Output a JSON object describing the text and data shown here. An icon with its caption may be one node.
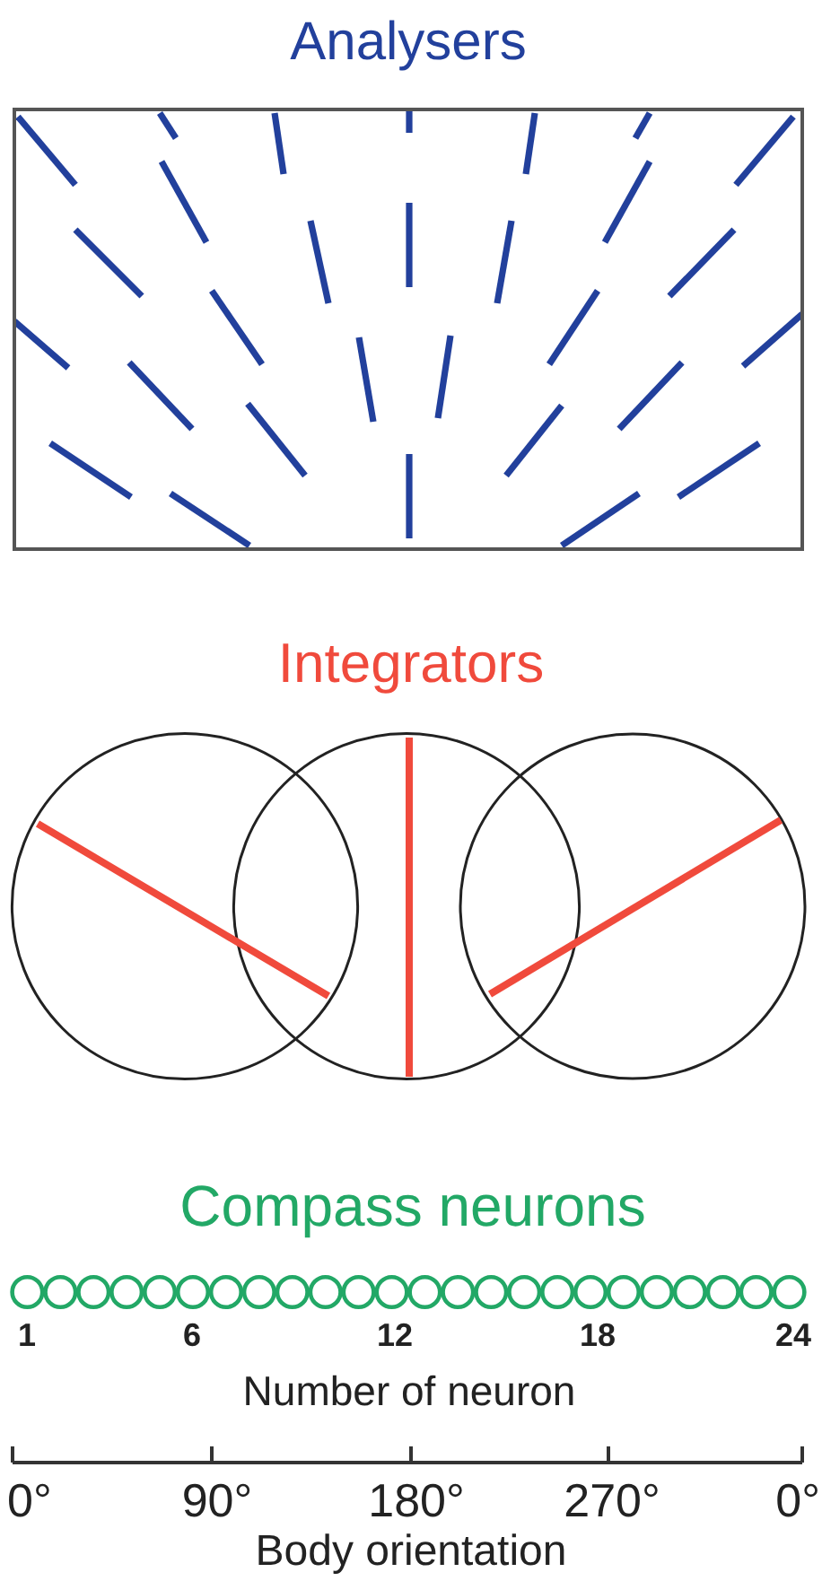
{
  "diagram": {
    "nodes": [
      {
        "text": [
          "Analysers"
        ]
      }
    ],
    "labels": [
      "Integrators",
      "Compass neurons",
      "1",
      "6",
      "12",
      "18",
      "24",
      "Number of neuron",
      "0°",
      "90°",
      "180°",
      "270°",
      "0°",
      "Body orientation"
    ]
  }
}
